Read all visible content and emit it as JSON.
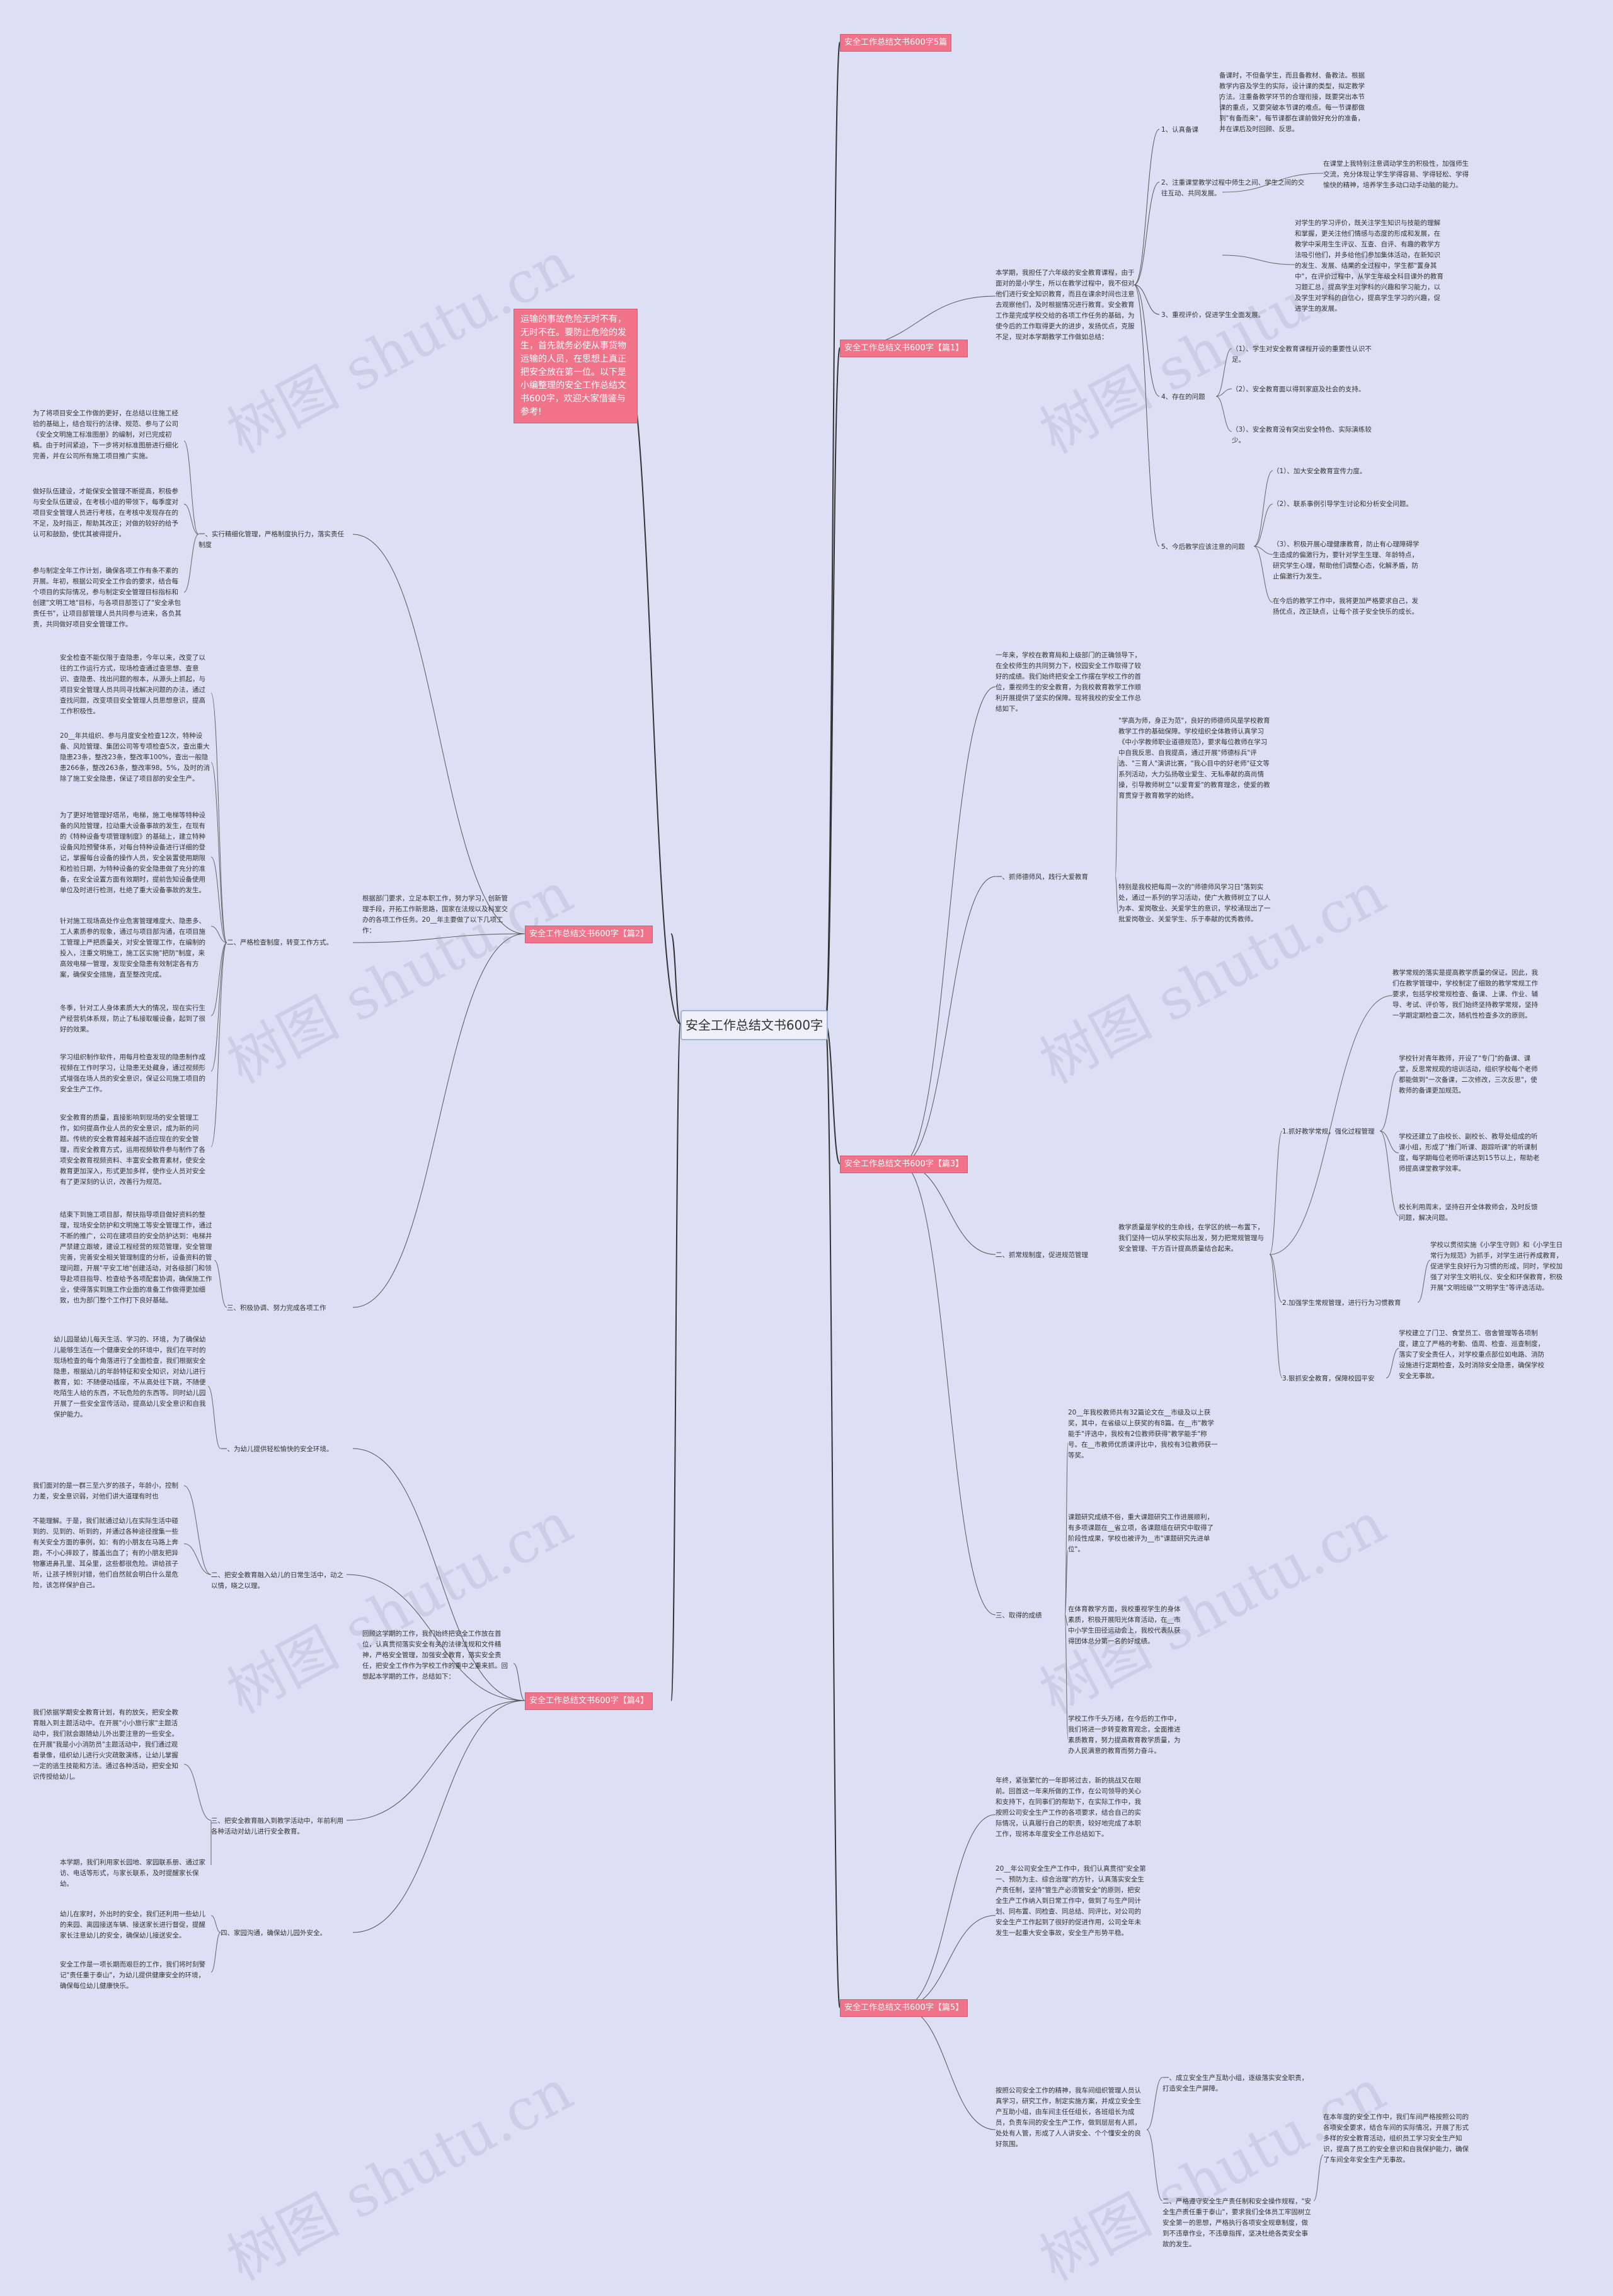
{
  "root": "安全工作总结文书600字",
  "watermark": "树图 shutu.cn",
  "intro": "运输的事故危险无时不有，无时不在。要防止危险的发生，首先就务必使从事货物运输的人员，在思想上真正把安全放在第一位。以下是小编整理的安全工作总结文书600字，欢迎大家借鉴与参考!",
  "branches": [
    {
      "label": "安全工作总结文书600字5篇"
    },
    {
      "label": "安全工作总结文书600字【篇1】"
    },
    {
      "label": "安全工作总结文书600字【篇2】"
    },
    {
      "label": "安全工作总结文书600字【篇3】"
    },
    {
      "label": "安全工作总结文书600字【篇4】"
    },
    {
      "label": "安全工作总结文书600字【篇5】"
    }
  ],
  "nodes": [
    {
      "text": "本学期，我担任了六年级的安全教育课程，由于面对的是小学生，所以在教学过程中，我不但对他们进行安全知识教育，而且在课余时间也注意去观察他们，及时根据情况进行教育。安全教育工作是完成学校交给的各项工作任务的基础，为使今后的工作取得更大的进步，发扬优点，克服不足，现对本学期教学工作做如总结："
    },
    {
      "text": "1、认真备课"
    },
    {
      "text": "备课时，不但备学生，而且备教材、备教法。根据教学内容及学生的实际，设计课的类型，拟定教学方法。注重备教学环节的合理衔接，既要突出本节课的重点，又要突破本节课的难点。每一节课都做到\"有备而来\"，每节课都在课前做好充分的准备，并在课后及时回顾、反思。"
    },
    {
      "text": "2、注重课堂教学过程中师生之间、学生之间的交往互动、共同发展。"
    },
    {
      "text": "在课堂上我特别注意调动学生的积极性，加强师生交流，充分体现让学生学得容易、学得轻松、学得愉快的精神，培养学生多动口动手动脑的能力。"
    },
    {
      "text": "3、重视评价，促进学生全面发展。"
    },
    {
      "text": "对学生的学习评价，既关注学生知识与技能的理解和掌握，更关注他们情感与态度的形成和发展，在教学中采用生生评议、互查、自评、有趣的教学方法吸引他们，并多给他们参加集体活动，在新知识的发生、发展、结果的全过程中，学生都\"置身其中\"，在评价过程中，从学生年级全科目课外的教育习题汇总，提高学生对学科的兴趣和学习能力，以及学生对学科的自信心，提高学生学习的兴趣，促进学生的发展。"
    },
    {
      "text": "4、存在的问题"
    },
    {
      "text": "（1）、学生对安全教育课程开设的重要性认识不足。"
    },
    {
      "text": "（2）、安全教育面以得到家庭及社会的支持。"
    },
    {
      "text": "（3）、安全教育没有突出安全特色、实际演练较少。"
    },
    {
      "text": "5、今后教学应该注意的问题"
    },
    {
      "text": "（1）、加大安全教育宣传力度。"
    },
    {
      "text": "（2）、联系事例引导学生讨论和分析安全问题。"
    },
    {
      "text": "（3）、积极开展心理健康教育，防止有心理障碍学生造成的偏激行为，要针对学生生理、年龄特点，研究学生心理，帮助他们调整心态，化解矛盾，防止偏激行为发生。"
    },
    {
      "text": "在今后的教学工作中，我将更加严格要求自己，发扬优点，改正缺点，让每个孩子安全快乐的成长。"
    },
    {
      "text": "根据部门要求，立足本职工作，努力学习，创新管理手段，开拓工作新思路，国家在法规以及科室交办的各项工作任务。20__年主要做了以下几项工作："
    },
    {
      "text": "一、实行精细化管理，严格制度执行力，落实责任制度"
    },
    {
      "text": "为了将项目安全工作做的更好，在总结以往施工经验的基础上，结合现行的法律、规范、参与了公司《安全文明施工标准图册》的编制，对已完成初稿。由于时间紧迫，下一步将对标准图册进行细化完善，并在公司所有施工项目推广实施。"
    },
    {
      "text": "做好队伍建设，才能保安全管理不断提高，积极参与安全队伍建设，在考核小组的带领下，每季度对项目安全管理人员进行考核，在考核中发现存在的不足，及时指正，帮助其改正；对做的较好的给予认可和鼓励，使优其被得提升。"
    },
    {
      "text": "参与制定全年工作计划，确保各项工作有条不紊的开展。年初，根据公司安全工作会的要求，结合每个项目的实际情况，参与制定安全管理目标指标和创建\"文明工地\"目标，与各项目部签订了\"安全承包责任书\"，让项目部管理人员共同参与进来，各负其责，共同做好项目安全管理工作。"
    },
    {
      "text": "二、严格检查制度，转变工作方式。"
    },
    {
      "text": "安全检查不能仅限于查隐患，今年以来，改变了以往的工作运行方式，现场检查通过查思想、查意识、查隐患、找出问题的根本，从源头上抓起，与项目安全管理人员共同寻找解决问题的办法，通过查找问题，改变项目安全管理人员思想意识，提高工作积极性。"
    },
    {
      "text": "20__年共组织、参与月度安全检查12次，特种设备、风险管理、集团公司等专项检查5次，查出重大隐患23条，整改23条，整改率100%，查出一般隐患266条，整改263条，整改率98。5%，及时的消除了施工安全隐患，保证了项目部的安全生产。"
    },
    {
      "text": "为了更好地管理好塔吊，电梯，施工电梯等特种设备的风险管理，拉动重大设备事故的发生，在现有的《特种设备专项管理制度》的基础上，建立特种设备风险预警体系，对每台特种设备进行详细的登记，掌握每台设备的操作人员，安全装置使用期限和检验日期，为特种设备的安全隐患做了充分的准备，在安全设置方面有效期时，提前告知设备使用单位及时进行检测，杜绝了重大设备事故的发生。"
    },
    {
      "text": "针对施工现场高处作业危害管理难度大、隐患多、工人素质参的现象，通过与项目部沟通，在项目施工管理上严把质量关，对安全管理工作，在编制的投入，注重文明施工，施工区实施\"把防\"制度，来高效电梯一管理，发现安全隐患有效制定各有方案，确保安全措施，直至整改完成。"
    },
    {
      "text": "冬季，针对工人身体素质大大的情况，现在实行生产经营机体系规，防止了私接取暖设备，起到了很好的效果。"
    },
    {
      "text": "学习组织制作软件，用每月检查发现的隐患制作成视频在工作时学习，让隐患无处藏身，通过视频形式增强在场人员的安全意识，保证公司施工项目的安全生产工作。"
    },
    {
      "text": "安全教育的质量，直接影响到现场的安全管理工作，如何提高作业人员的安全意识，成为新的问题。传统的安全教育越来越不适应现在的安全管理，而安全教育方式，运用视频软件参与制作了各项安全教育视频资料、丰富安全教育素材，使安全教育更加深入，形式更加多样，使作业人员对安全有了更深刻的认识，改善行为规范。"
    },
    {
      "text": "三、积极协调、努力完成各项工作"
    },
    {
      "text": "结束下到施工项目部，帮扶指导项目做好资料的整理，现场安全防护和文明施工等安全管理工作，通过不断的推广，公司在建项目的安全防护达到：电梯井严禁建立跟坡，建设工程经营的规范管理，安全管理完善，完善安全相关管理制度的分析，设备资料的管理问题，开展\"平安工地\"创建活动，对各级部门和领导赴项目指导、检查给予各项配套协调，确保施工作业，使得落实到施工作业面的准备工作做得更加细致，也为部门整个工作打下良好基础。"
    },
    {
      "text": "一、为幼儿提供轻松愉快的安全环境。"
    },
    {
      "text": "幼儿园是幼儿每天生活、学习的、环境，为了确保幼儿能够生活在一个健康安全的环境中，我们在平时的现场检查的每个角落进行了全面检查，我们根据安全隐患，根据幼儿的年龄特征和安全知识，对幼儿进行教育，如：不随便动插座，不从高处往下跳，不随便吃陌生人给的东西，不玩危险的东西等。同时幼儿园开展了一些安全宣传活动，提高幼儿安全意识和自我保护能力。"
    },
    {
      "text": "二、把安全教育融入幼儿的日常生活中，动之以情，晓之以理。"
    },
    {
      "text": "我们面对的是一群三至六岁的孩子，年龄小，控制力差，安全意识弱，对他们讲大道理有时也"
    },
    {
      "text": "不能理解。于是，我们就通过幼儿在实际生活中碰到的、见到的、听到的，并通过各种途径搜集一些有关安全方面的事例，如：有的小朋友在马路上奔跑，不小心摔跤了，膝盖出血了；有的小朋友把异物塞进鼻孔里、耳朵里，这些都很危险。讲给孩子听，让孩子辨别对错，他们自然就会明白什么是危险，该怎样保护自己。"
    },
    {
      "text": "回顾这学期的工作，我们始终把安全工作放在首位，认真贯彻落实安全有关的法律法规和文件精神，严格安全管理，加强安全教育，落实安全责任，把安全工作作为学校工作的重中之重来抓。回想起本学期的工作，总结如下："
    },
    {
      "text": "三、把安全教育融入到教学活动中，年前利用各种活动对幼儿进行安全教育。"
    },
    {
      "text": "我们依据学期安全教育计划，有的放矢，把安全教育融入到主题活动中。在开展\"小小旅行家\"主题活动中，我们就会跟随幼儿外出要注意的一些安全。在开展\"我是小小消防员\"主题活动中，我们通过观看录像，组织幼儿进行火灾疏散演练，让幼儿掌握一定的逃生技能和方法。通过各种活动，把安全知识传授给幼儿。"
    },
    {
      "text": "本学期，我们利用家长园地、家园联系册、通过家访、电话等形式，与家长联系，及时提醒家长保幼。"
    },
    {
      "text": "四、家园沟通，确保幼儿园外安全。"
    },
    {
      "text": "幼儿在家时，外出时的安全，我们还利用一些幼儿的来园、离园接送车辆、接送家长进行督促，提醒家长注意幼儿的安全，确保幼儿接送安全。"
    },
    {
      "text": "安全工作是一项长期而艰巨的工作，我们将时刻警记\"责任重于泰山\"，为幼儿提供健康安全的环境，确保每位幼儿健康快乐。"
    },
    {
      "text": "一年来，学校在教育局和上级部门的正确领导下，在全校师生的共同努力下，校园安全工作取得了较好的成绩。我们始终把安全工作摆在学校工作的首位，重视师生的安全教育，为我校教育教学工作顺利开展提供了坚实的保障。现将我校的安全工作总结如下。"
    },
    {
      "text": "一、抓师德师风，践行大爱教育"
    },
    {
      "text": "\"学高为师，身正为范\"，良好的师德师风是学校教育教学工作的基础保障。学校组织全体教师认真学习《中小学教师职业道德规范》，要求每位教师在学习中自我反思、自我提高，通过开展\"师德标兵\"评选、\"三育人\"演讲比赛，\"我心目中的好老师\"征文等系列活动，大力弘扬敬业爱生、无私奉献的高尚情操，引导教师树立\"以爱育爱\"的教育理念，使爱的教育贯穿于教育教学的始终。"
    },
    {
      "text": "特别是我校把每周一次的\"师德师风学习日\"落到实处，通过一系列的学习活动，使广大教师树立了以人为本、爱岗敬业、关爱学生的意识，学校涌现出了一批爱岗敬业、关爱学生、乐于奉献的优秀教师。"
    },
    {
      "text": "二、抓常规制度，促进规范管理"
    },
    {
      "text": "教学质量是学校的生命线，在学区的统一布置下，我们坚持一切从学校实际出发，努力把常规管理与安全管理、干方百计提高质量结合起来。"
    },
    {
      "text": "教学常规的落实是提高教学质量的保证。因此，我们在教学管理中，学校制定了细致的教学常规工作要求，包括学校常规检查、备课、上课、作业、辅导、考试、评价等，我们始终坚持教学常规，坚持一学期定期检查二次，随机性检查多次的原则。"
    },
    {
      "text": "1.抓好教学常规，强化过程管理"
    },
    {
      "text": "学校针对青年教师，开设了\"专门\"的备课、课堂，反思常规观的培训活动，组织学校每个老师都能做到\"一次备课，二次修改，三次反思\"，使教师的备课更加规范。"
    },
    {
      "text": "学校还建立了由校长、副校长、教导处组成的听课小组，形成了\"推门听课、跟踪听课\"的听课制度，每学期每位老师听课达到15节以上，帮助老师提高课堂教学效率。"
    },
    {
      "text": "校长利用周末，坚持召开全体教师会，及时反馈问题，解决问题。"
    },
    {
      "text": "2.加强学生常规管理，进行行为习惯教育"
    },
    {
      "text": "学校以贯彻实施《小学生守则》和《小学生日常行为规范》为抓手，对学生进行养成教育，促进学生良好行为习惯的形成，同时，学校加强了对学生文明礼仪、安全和环保教育，积极开展\"文明班级\"\"文明学生\"等评选活动。"
    },
    {
      "text": "3.狠抓安全教育，保障校园平安"
    },
    {
      "text": "学校建立了门卫、食堂员工、宿舍管理等各项制度，建立了严格的考勤、值周、检查、巡查制度，落实了安全责任人，对学校重点部位如电路、消防设施进行定期检查，及时消除安全隐患，确保学校安全无事故。"
    },
    {
      "text": "三、取得的成绩"
    },
    {
      "text": "20__年我校教师共有32篇论文在__市级及以上获奖，其中，在省级以上获奖的有8篇。在__市\"教学能手\"评选中，我校有2位教师获得\"教学能手\"称号。在__市教师优质课评比中，我校有3位教师获一等奖。"
    },
    {
      "text": "课题研究成绩不俗，重大课题研究工作进展顺利，有多项课题在__省立项，各课题组在研究中取得了阶段性成果，学校也被评为__市\"课题研究先进单位\"。"
    },
    {
      "text": "在体育教学方面，我校重视学生的身体素质，积极开展阳光体育活动，在__市中小学生田径运动会上，我校代表队获得团体总分第一名的好成绩。"
    },
    {
      "text": "学校工作千头万绪，在今后的工作中，我们将进一步转变教育观念，全面推进素质教育，努力提高教育教学质量，为办人民满意的教育而努力奋斗。"
    },
    {
      "text": "年终，紧张繁忙的一年即将过去，新的挑战又在眼前。回首这一年来所做的工作，在公司领导的关心和支持下，在同事们的帮助下，在实际工作中，我按照公司安全生产工作的各项要求，结合自己的实际情况，认真履行自己的职责，较好地完成了本职工作，现将本年度安全工作总结如下。"
    },
    {
      "text": "20__年公司安全生产工作中，我们认真贯彻\"安全第一、预防为主、综合治理\"的方针，认真落实安全生产责任制，坚持\"管生产必须管安全\"的原则，把安全生产工作纳入到日常工作中，做到了与生产同计划、同布置、同检查、同总结、同评比，对公司的安全生产工作起到了很好的促进作用，公司全年未发生一起重大安全事故，安全生产形势平稳。"
    },
    {
      "text": "一、成立安全生产互助小组，逐级落实安全职责，打造安全生产屏障。"
    },
    {
      "text": "按照公司安全工作的精神，我车间组织管理人员认真学习，研究工作，制定实施方案，并成立安全生产互助小组，由车间主任任组长，各班组长为成员，负责车间的安全生产工作，做到层层有人抓，处处有人管，形成了人人讲安全、个个懂安全的良好氛围。"
    },
    {
      "text": "二、严格遵守安全生产责任制和安全操作规程，\"安全生产责任重于泰山\"，要求我们全体员工牢固树立安全第一的思想，严格执行各项安全规章制度，做到不违章作业，不违章指挥，坚决杜绝各类安全事故的发生。"
    },
    {
      "text": "在本年度的安全工作中，我们车间严格按照公司的各项安全要求，结合车间的实际情况，开展了形式多样的安全教育活动，组织员工学习安全生产知识，提高了员工的安全意识和自我保护能力，确保了车间全年安全生产无事故。"
    }
  ]
}
